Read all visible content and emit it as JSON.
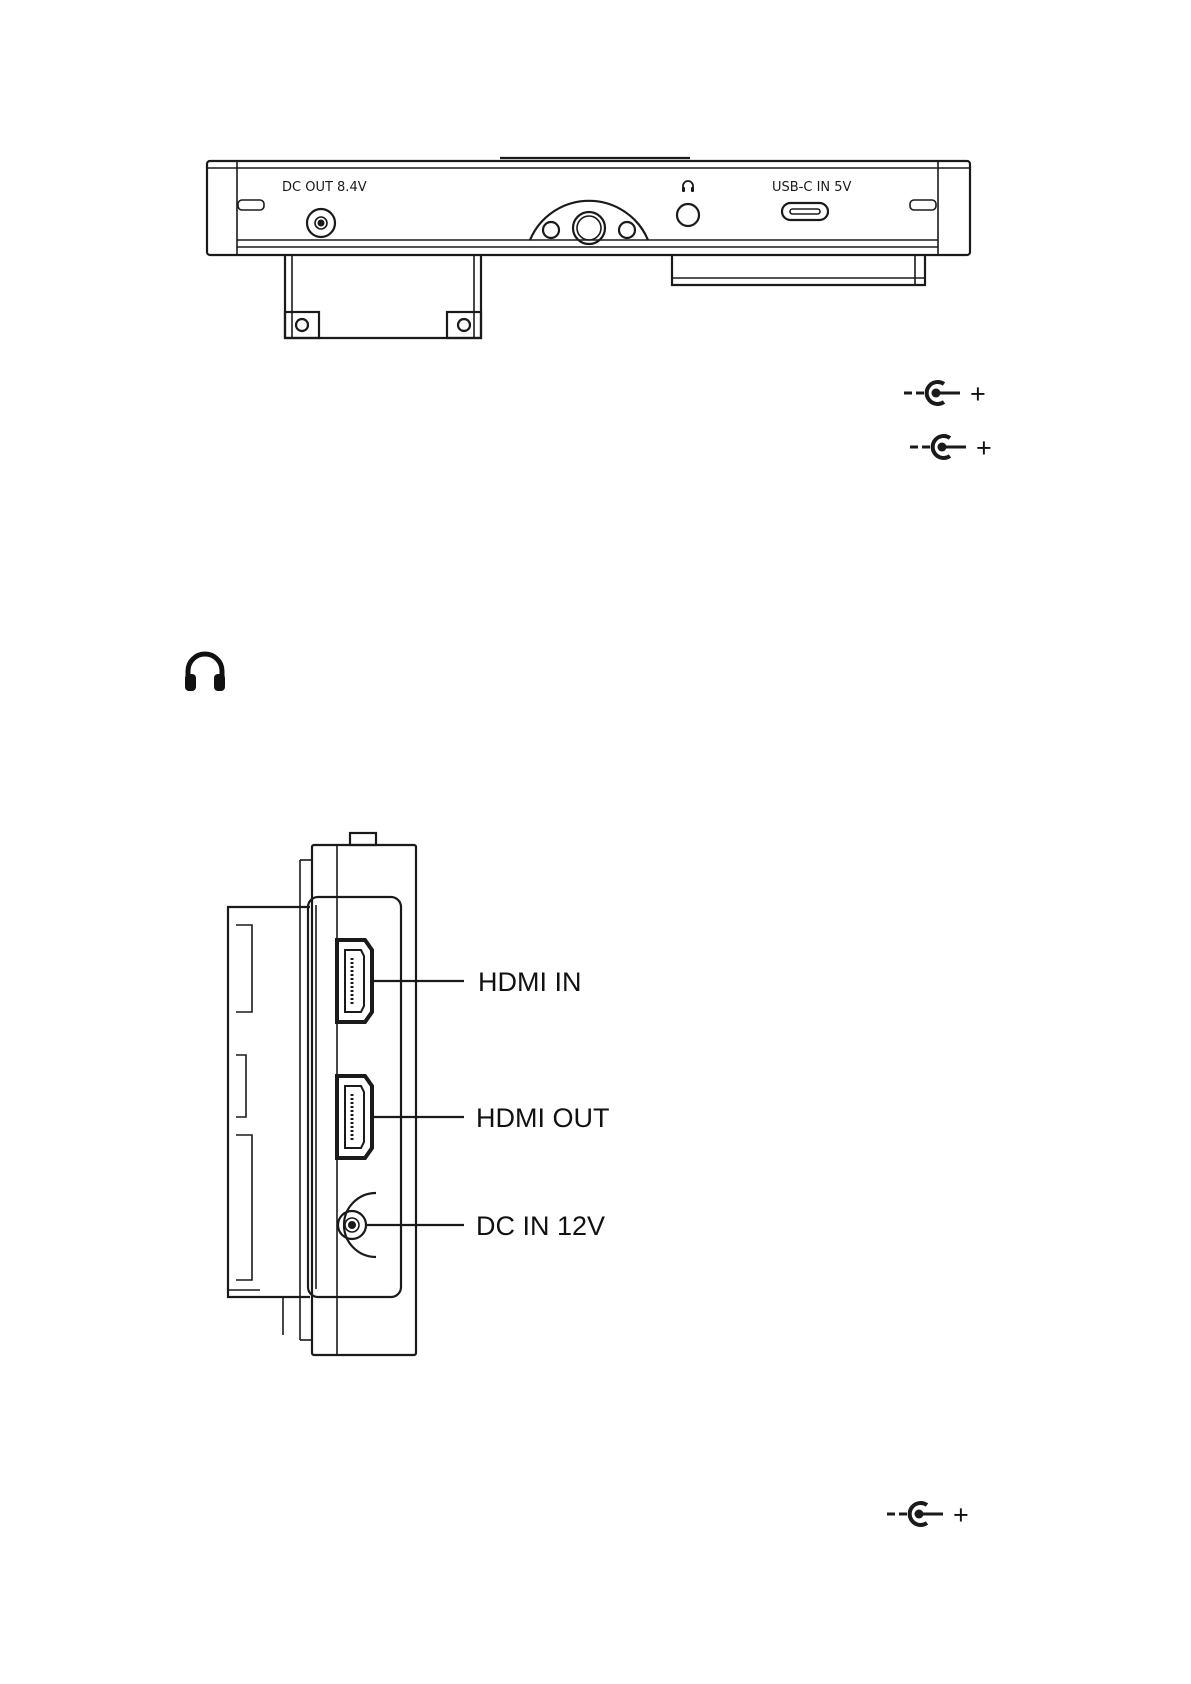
{
  "top_view": {
    "labels": {
      "dc_out": "DC OUT 8.4V",
      "usb_c_in": "USB-C IN 5V"
    },
    "icons": {
      "headphone": "headphone-icon"
    }
  },
  "polarity_symbols": [
    {
      "icon": "dc-polarity-icon",
      "plus": "+"
    },
    {
      "icon": "dc-polarity-icon",
      "plus": "+"
    },
    {
      "icon": "dc-polarity-icon",
      "plus": "+"
    }
  ],
  "headphone_marker": {
    "icon": "headphone-icon"
  },
  "side_view": {
    "labels": {
      "hdmi_in": "HDMI IN",
      "hdmi_out": "HDMI OUT",
      "dc_in": "DC IN 12V"
    }
  },
  "colors": {
    "line": "#1a1a1a",
    "background": "#ffffff"
  }
}
